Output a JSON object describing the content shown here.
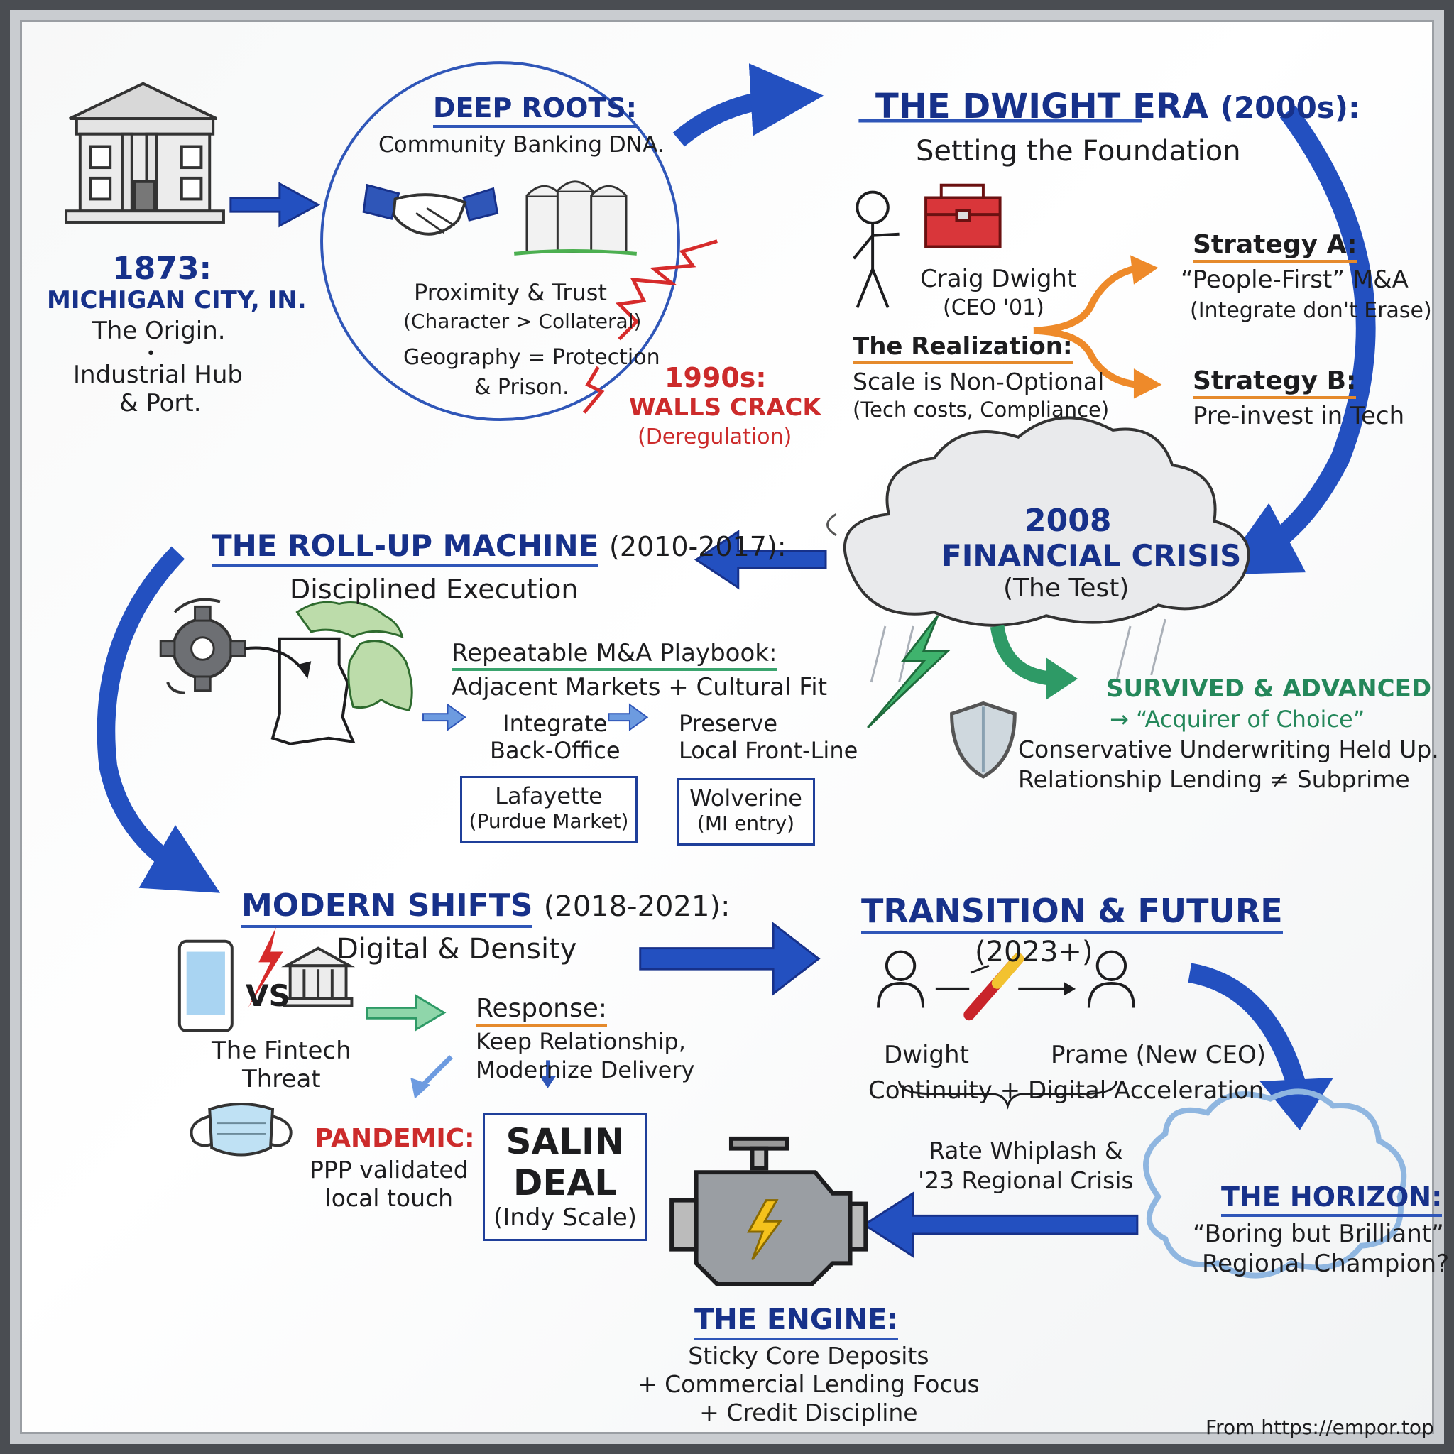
{
  "origin": {
    "year": "1873:",
    "place": "MICHIGAN CITY, IN.",
    "label": "The Origin.",
    "bullet": "•",
    "desc1": "Industrial Hub",
    "desc2": "& Port."
  },
  "roots": {
    "title": "DEEP ROOTS:",
    "subtitle": "Community Banking DNA.",
    "trust": "Proximity & Trust",
    "trust_note": "(Character > Collateral)",
    "geo1": "Geography = Protection",
    "geo2": "& Prison."
  },
  "crack": {
    "year": "1990s:",
    "title": "WALLS CRACK",
    "note": "(Deregulation)"
  },
  "dwight_era": {
    "title": "THE DWIGHT ERA",
    "years": "(2000s):",
    "subtitle": "Setting the Foundation",
    "person": "Craig Dwight",
    "person_note": "(CEO '01)",
    "realization": "The Realization:",
    "realization1": "Scale is Non-Optional",
    "realization2": "(Tech costs, Compliance)",
    "strategy_a": "Strategy A:",
    "strategy_a1": "“People-First” M&A",
    "strategy_a2": "(Integrate don't Erase)",
    "strategy_b": "Strategy B:",
    "strategy_b1": "Pre-invest in Tech"
  },
  "crisis": {
    "year": "2008",
    "title": "FINANCIAL CRISIS",
    "note": "(The Test)",
    "survived": "SURVIVED & ADVANCED",
    "acquirer": "→ “Acquirer of Choice”",
    "line1": "Conservative Underwriting Held Up.",
    "line2": "Relationship Lending ≠ Subprime"
  },
  "rollup": {
    "title": "THE ROLL-UP MACHINE",
    "years": "(2010-2017):",
    "subtitle": "Disciplined Execution",
    "playbook": "Repeatable M&A Playbook:",
    "playbook1": "Adjacent Markets + Cultural Fit",
    "integrate1": "Integrate",
    "integrate2": "Back-Office",
    "preserve1": "Preserve",
    "preserve2": "Local Front-Line",
    "lafayette": "Lafayette",
    "lafayette_note": "(Purdue Market)",
    "wolverine": "Wolverine",
    "wolverine_note": "(MI entry)"
  },
  "modern": {
    "title": "MODERN SHIFTS",
    "years": "(2018-2021):",
    "subtitle": "Digital & Density",
    "vs": "VS",
    "threat1": "The Fintech",
    "threat2": "Threat",
    "response": "Response:",
    "response1": "Keep Relationship,",
    "response2": "Modernize Delivery",
    "pandemic": "PANDEMIC:",
    "pandemic1": "PPP validated",
    "pandemic2": "local touch",
    "salin1": "SALIN",
    "salin2": "DEAL",
    "salin3": "(Indy Scale)"
  },
  "future": {
    "title": "TRANSITION & FUTURE",
    "years": "(2023+)",
    "dwight": "Dwight",
    "prame": "Prame (New CEO)",
    "continuity": "Continuity + Digital Acceleration",
    "whiplash1": "Rate Whiplash &",
    "whiplash2": "'23 Regional Crisis"
  },
  "horizon": {
    "title": "THE HORIZON:",
    "line1": "“Boring but Brilliant”",
    "line2": "Regional Champion?"
  },
  "engine": {
    "title": "THE ENGINE:",
    "line1": "Sticky Core Deposits",
    "line2": "+ Commercial Lending Focus",
    "line3": "+ Credit Discipline"
  },
  "footer": "From https://empor.top",
  "icons": [
    "bank-building-icon",
    "handshake-icon",
    "grain-silos-icon",
    "stick-figure-icon",
    "toolbox-icon",
    "storm-cloud-icon",
    "lightning-icon",
    "shield-icon",
    "gear-icon",
    "michigan-map-icon",
    "indiana-map-icon",
    "phone-icon",
    "face-mask-icon",
    "baton-icon",
    "engine-icon"
  ],
  "colors": {
    "navy": "#17318a",
    "arrow_blue": "#2350c0",
    "red": "#cc2b2b",
    "orange": "#ee8a2a",
    "green": "#2e9a66"
  }
}
